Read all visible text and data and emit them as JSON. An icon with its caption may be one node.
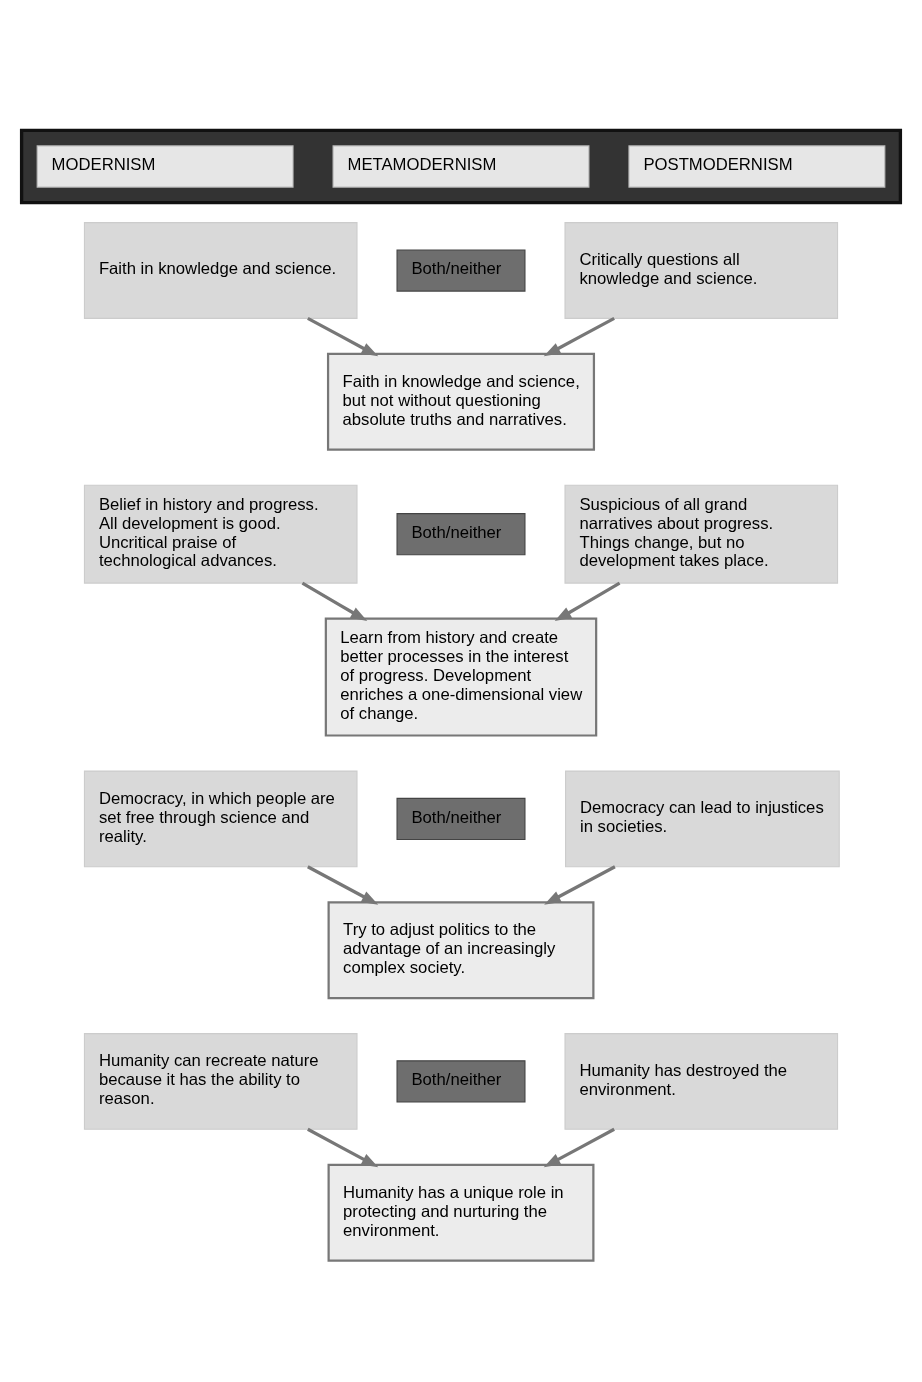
{
  "diagram": {
    "nodes": [
      {
        "text": [],
        "shape": "box"
      },
      {
        "text": [
          "MODERNISM"
        ],
        "in": 0
      },
      {
        "text": [
          "POSTMODERNISM"
        ],
        "in": 0
      },
      {
        "text": [
          "METAMODERNISM"
        ],
        "in": 0
      },
      {
        "text": [
          "Faith in knowledge and science."
        ]
      },
      {
        "text": [
          "Both/neither"
        ]
      },
      {
        "text": [
          "Critically questions all knowledge and science."
        ]
      },
      {
        "text": [
          "Faith in knowledge and science, but not without questioning absolute truths and narratives."
        ]
      },
      {
        "text": [
          "Belief in history and progress. All development is good. Uncritical praise of technological advances."
        ]
      },
      {
        "text": [
          "Both/neither"
        ]
      },
      {
        "text": [
          "Suspicious of all grand narratives about progress. Things change, but no development takes place."
        ]
      },
      {
        "text": [
          "Learn from history and create better processes in the interest of progress. Development enriches a one-dimensional view of change."
        ]
      },
      {
        "text": [
          "Democracy, in which people are set free through science and reality."
        ]
      },
      {
        "text": [
          "Both/neither"
        ]
      },
      {
        "text": [
          "Democracy can lead to injustices in societies."
        ]
      },
      {
        "text": [
          "Try to adjust politics to the advantage of an increasingly complex society."
        ]
      },
      {
        "text": [
          "Humanity can recreate nature because it has the ability to reason."
        ]
      },
      {
        "text": [
          "Both/neither"
        ]
      },
      {
        "text": [
          "Humanity has destroyed the environment."
        ]
      },
      {
        "text": [
          "Humanity has a unique role in protecting and nurturing the environment."
        ]
      }
    ],
    "edges": [
      {
        "from": 4,
        "to": 7,
        "arrow": "to"
      },
      {
        "from": 6,
        "to": 7,
        "arrow": "to"
      },
      {
        "from": 8,
        "to": 11,
        "arrow": "to"
      },
      {
        "from": 10,
        "to": 11,
        "arrow": "to"
      },
      {
        "from": 12,
        "to": 15,
        "arrow": "to"
      },
      {
        "from": 14,
        "to": 15,
        "arrow": "to"
      },
      {
        "from": 16,
        "to": 19,
        "arrow": "to"
      },
      {
        "from": 18,
        "to": 19,
        "arrow": "to"
      }
    ]
  }
}
